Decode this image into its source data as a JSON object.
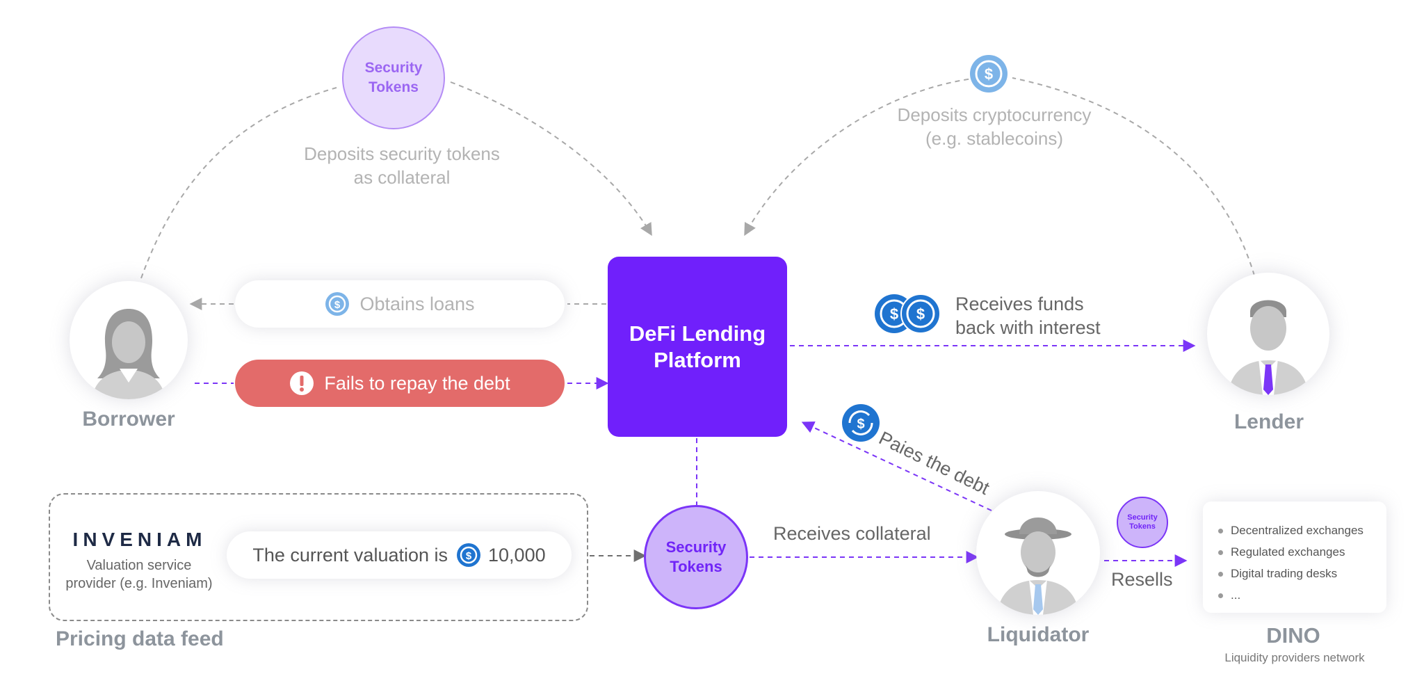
{
  "colors": {
    "platform": "#7020fb",
    "arrow_purple": "#7b35f7",
    "arrow_gray": "#a8a8a8",
    "fail_red": "#e36b6a",
    "token_light": "#e8dbfd",
    "token_mid": "#cdb4fa",
    "coin_blue": "#1f74d0",
    "coin_light_blue": "#7db4e8",
    "caption_gray": "#b3b3b3"
  },
  "platform": {
    "line1": "DeFi Lending",
    "line2": "Platform"
  },
  "borrower": {
    "label": "Borrower",
    "avatar_icon": "woman-avatar-icon",
    "deposit_token": {
      "line1": "Security",
      "line2": "Tokens"
    },
    "deposit_caption": {
      "line1": "Deposits security tokens",
      "line2": "as collateral"
    },
    "obtains_loans": "Obtains loans",
    "fails_to_repay": "Fails to repay the debt",
    "fail_icon": "exclamation-icon"
  },
  "lender": {
    "label": "Lender",
    "avatar_icon": "man-avatar-icon",
    "deposit_caption": {
      "line1": "Deposits cryptocurrency",
      "line2": "(e.g. stablecoins)"
    },
    "receives_funds": {
      "line1": "Receives funds",
      "line2": "back with interest"
    },
    "coin_icon": "dollar-coin-icon"
  },
  "liquidator": {
    "label": "Liquidator",
    "avatar_icon": "spy-avatar-icon",
    "pays_debt": "Paies the debt",
    "receives_collateral": "Receives collateral",
    "resells": "Resells",
    "small_token": {
      "line1": "Security",
      "line2": "Tokens"
    }
  },
  "collateral_token": {
    "line1": "Security",
    "line2": "Tokens"
  },
  "pricing": {
    "title": "Pricing data feed",
    "logo_text": "INVENIAM",
    "provider": {
      "line1": "Valuation service",
      "line2": "provider (e.g. Inveniam)"
    },
    "valuation_prefix": "The current valuation is",
    "valuation_amount": "10,000"
  },
  "dino": {
    "title": "DINO",
    "subtitle": "Liquidity providers network",
    "items": [
      "Decentralized exchanges",
      "Regulated exchanges",
      "Digital trading desks",
      "..."
    ]
  }
}
